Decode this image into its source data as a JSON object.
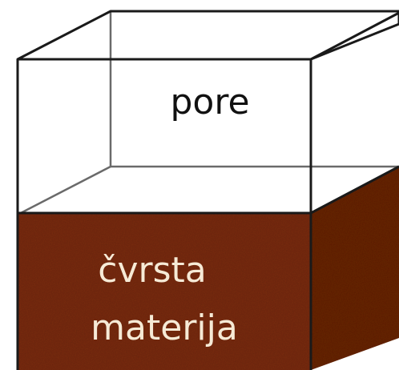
{
  "labels": {
    "pore": "pore",
    "solid_line1": "čvrsta",
    "solid_line2": "materija"
  },
  "colors": {
    "solid_front": "#7c2f12",
    "solid_side": "#6a2710",
    "solid_top": "#8a3a1a",
    "edges": "#1a1a1a",
    "hidden_edges": "#6a6a6a",
    "solid_text": "#f6ead6",
    "pore_text": "#111111"
  }
}
